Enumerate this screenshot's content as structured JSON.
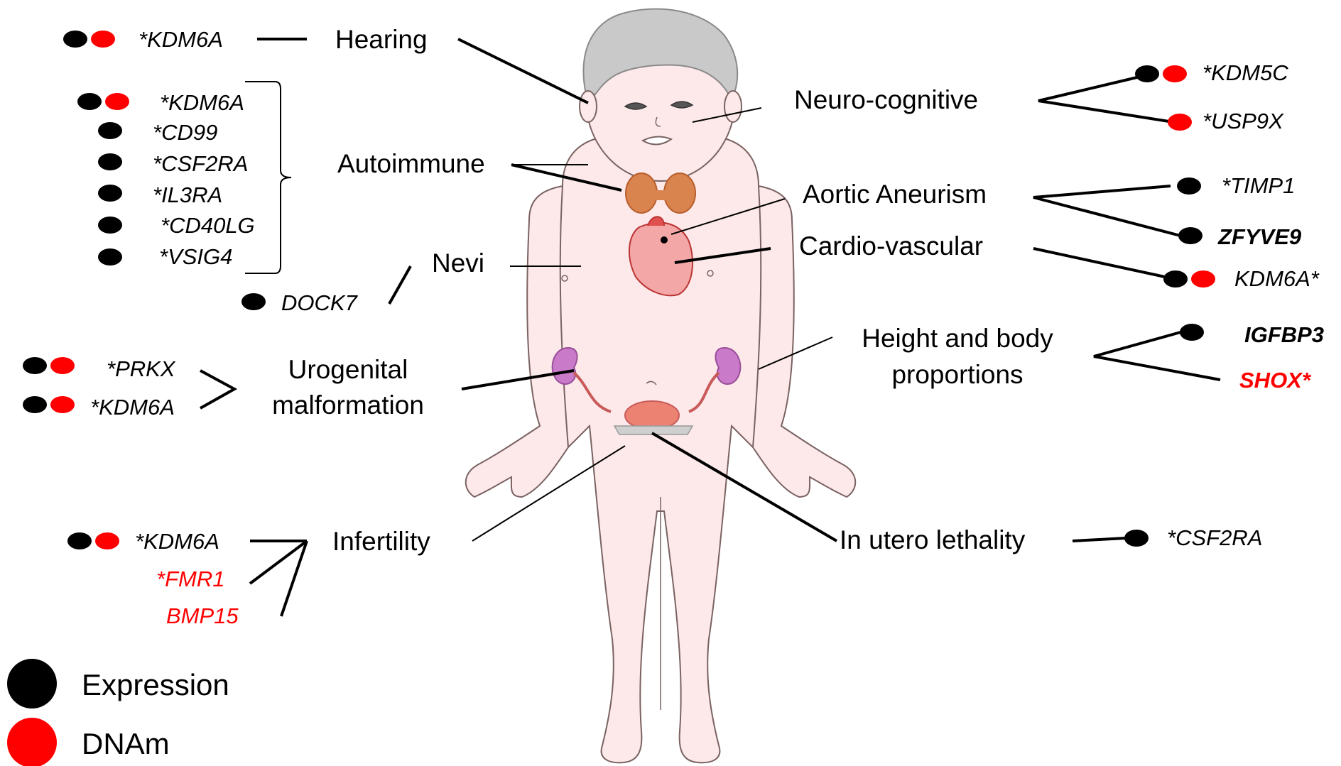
{
  "colors": {
    "expression": "#000000",
    "dnam": "#ff0000",
    "skin": "#fde9e9",
    "outline": "#7a6262",
    "hair": "#c9c9c9"
  },
  "legend": {
    "expression": "Expression",
    "dnam": "DNAm"
  },
  "labels": {
    "hearing": "Hearing",
    "autoimmune": "Autoimmune",
    "nevi": "Nevi",
    "urogenital": [
      "Urogenital",
      "malformation"
    ],
    "infertility": "Infertility",
    "neuro": "Neuro-cognitive",
    "aortic": "Aortic Aneurism",
    "cardio": "Cardio-vascular",
    "height": [
      "Height and body",
      "proportions"
    ],
    "utero": "In utero lethality"
  },
  "genes": {
    "hearing": [
      "*KDM6A"
    ],
    "autoimmune": [
      "*KDM6A",
      "*CD99",
      "*CSF2RA",
      "*IL3RA",
      "*CD40LG",
      "*VSIG4"
    ],
    "nevi": [
      "DOCK7"
    ],
    "urogenital": [
      "*PRKX",
      "*KDM6A"
    ],
    "infertility": [
      "*KDM6A",
      "*FMR1",
      "BMP15"
    ],
    "neuro": [
      "*KDM5C",
      "*USP9X"
    ],
    "aortic": [
      "*TIMP1",
      "ZFYVE9"
    ],
    "cardio": [
      "KDM6A*"
    ],
    "height": [
      "IGFBP3",
      "SHOX*"
    ],
    "utero": [
      "*CSF2RA"
    ]
  }
}
